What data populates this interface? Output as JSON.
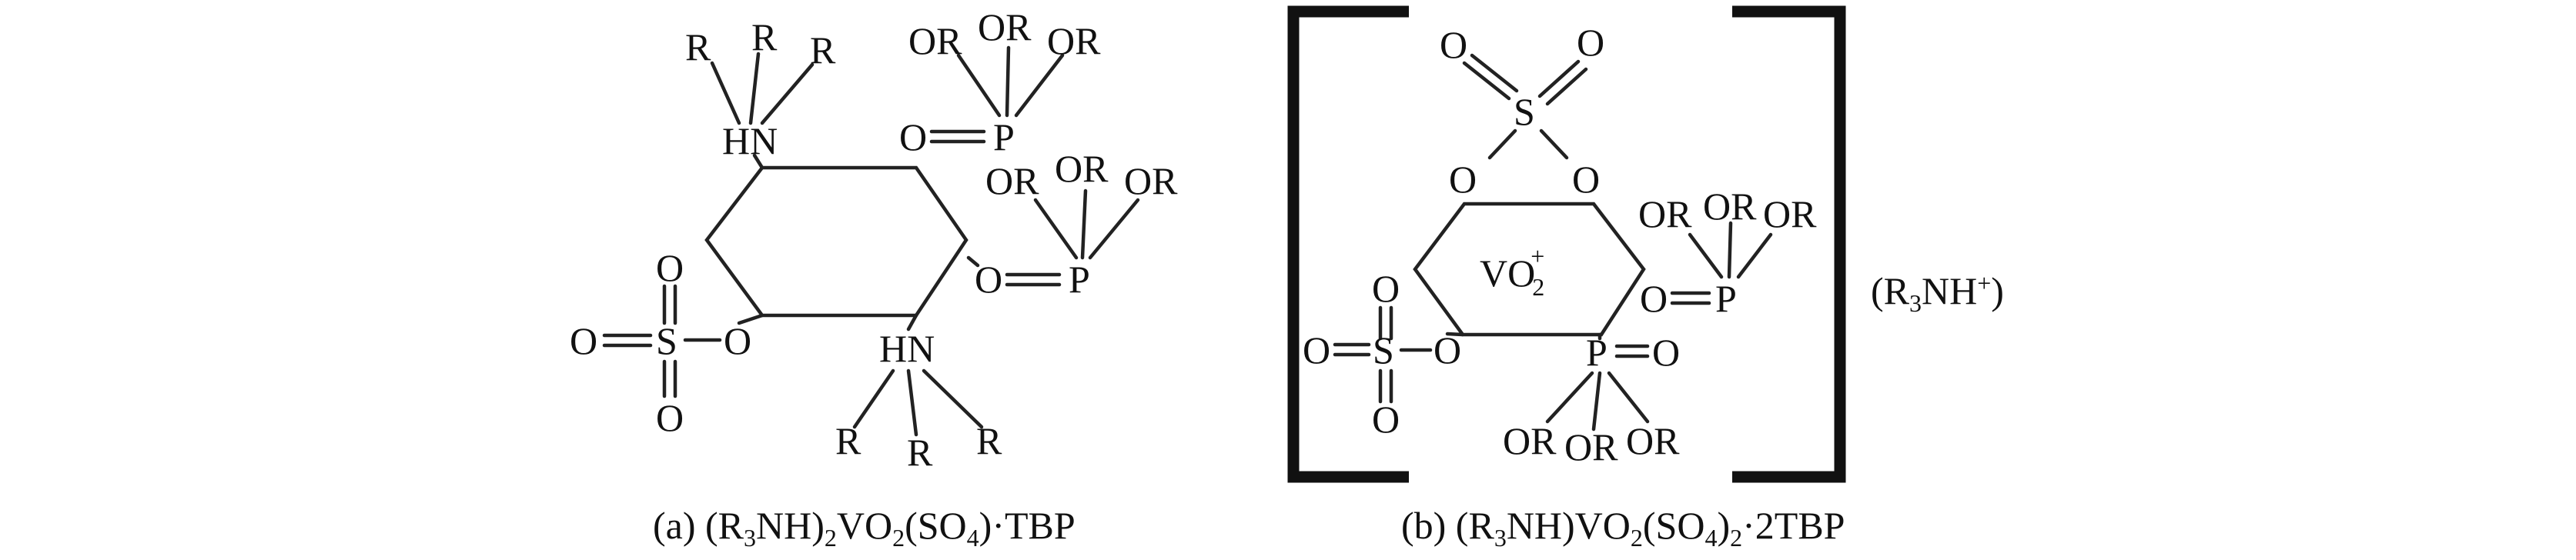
{
  "figure": {
    "a": {
      "caption": {
        "prefix": "(a) (R",
        "s1": "3",
        "t1": "NH)",
        "s2": "2",
        "t2": "VO",
        "s3": "2",
        "t3": "(SO",
        "s4": "4",
        "t4": ")·TBP"
      },
      "atoms": {
        "r_top_1": "R",
        "r_top_2": "R",
        "r_top_3": "R",
        "hn_top": "HN",
        "or_p1_1": "OR",
        "or_p1_2": "OR",
        "or_p1_3": "OR",
        "o_p1": "O",
        "p1": "P",
        "or_p2_1": "OR",
        "or_p2_2": "OR",
        "or_p2_3": "OR",
        "o_p2": "O",
        "p2": "P",
        "o_s_top": "O",
        "o_s_left": "O",
        "s": "S",
        "o_s_right": "O",
        "o_s_bottom": "O",
        "hn_bottom": "HN",
        "r_bot_1": "R",
        "r_bot_2": "R",
        "r_bot_3": "R"
      }
    },
    "b": {
      "caption": {
        "prefix": "(b) (R",
        "s1": "3",
        "t1": "NH)VO",
        "s2": "2",
        "t2": "(SO",
        "s3": "4",
        "t3": ")",
        "s4": "2",
        "t4": "·2TBP"
      },
      "atoms": {
        "o_s1_left": "O",
        "o_s1_right": "O",
        "s1": "S",
        "o_s1_lower_left": "O",
        "o_s1_lower_right": "O",
        "vo2": "VO",
        "vo2_sub": "2",
        "vo2_sup": "+",
        "o_s2_top": "O",
        "o_s2_left": "O",
        "s2": "S",
        "o_s2_right": "O",
        "o_s2_bottom": "O",
        "p_ring": "P",
        "o_p_ring": "O",
        "or_pr_1": "OR",
        "or_pr_2": "OR",
        "or_pr_3": "OR",
        "or_pe_1": "OR",
        "or_pe_2": "OR",
        "or_pe_3": "OR",
        "o_pe": "O",
        "p_ext": "P",
        "cation_prefix": "(R",
        "cation_sub": "3",
        "cation_mid": "NH",
        "cation_sup": "+",
        "cation_suffix": ")"
      }
    }
  }
}
